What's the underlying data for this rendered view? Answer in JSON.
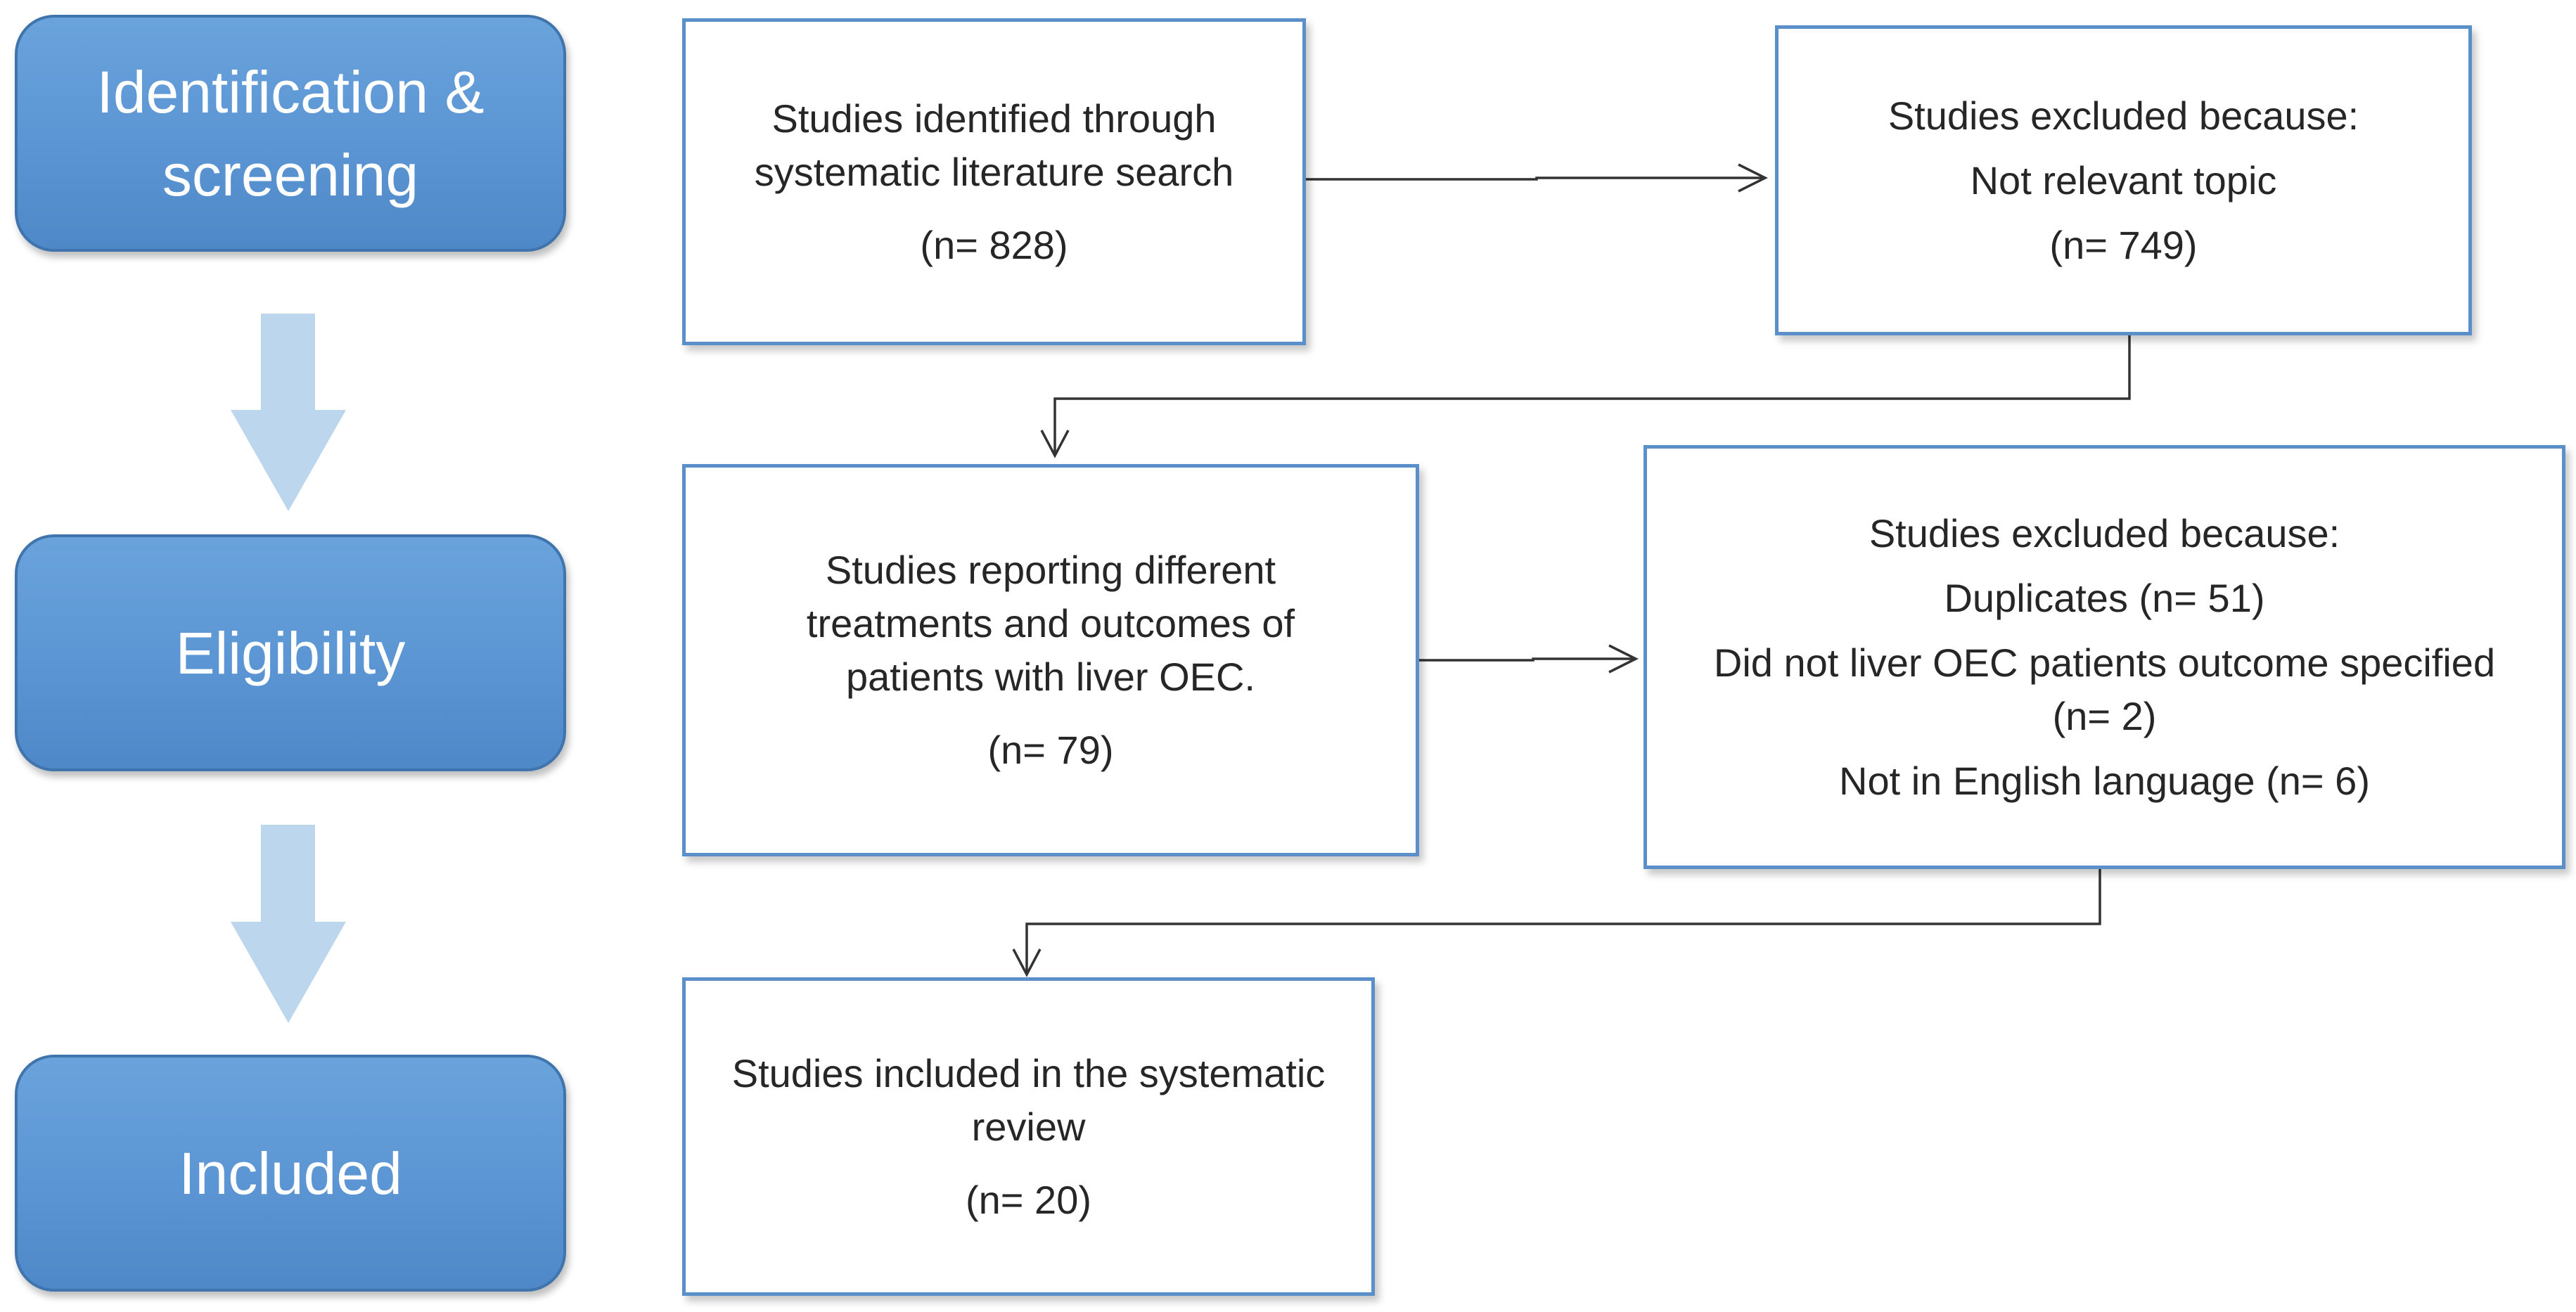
{
  "stages": {
    "identification": {
      "line1": "Identification &",
      "line2": "screening"
    },
    "eligibility": {
      "label": "Eligibility"
    },
    "included": {
      "label": "Included"
    }
  },
  "boxes": {
    "identified": {
      "line1": "Studies identified  through",
      "line2": "systematic literature search",
      "count": "(n= 828)"
    },
    "excluded_topic": {
      "line1": "Studies excluded because:",
      "line2": "Not relevant topic",
      "count": "(n= 749)"
    },
    "reporting": {
      "line1": "Studies reporting different",
      "line2": "treatments and outcomes of",
      "line3": "patients with liver OEC.",
      "count": "(n= 79)"
    },
    "excluded_eligibility": {
      "line1": "Studies excluded because:",
      "line2": "Duplicates (n= 51)",
      "line3": "Did not liver OEC patients outcome specified",
      "line4": "(n= 2)",
      "line5": "Not in English language (n= 6)"
    },
    "included_review": {
      "line1": "Studies included in the systematic",
      "line2": "review",
      "count": "(n= 20)"
    }
  },
  "colors": {
    "stage_fill": "#5b95d3",
    "stage_border": "#3f74ad",
    "box_border": "#5b8fc9",
    "down_arrow": "#bcd6ee",
    "connector": "#333333"
  }
}
